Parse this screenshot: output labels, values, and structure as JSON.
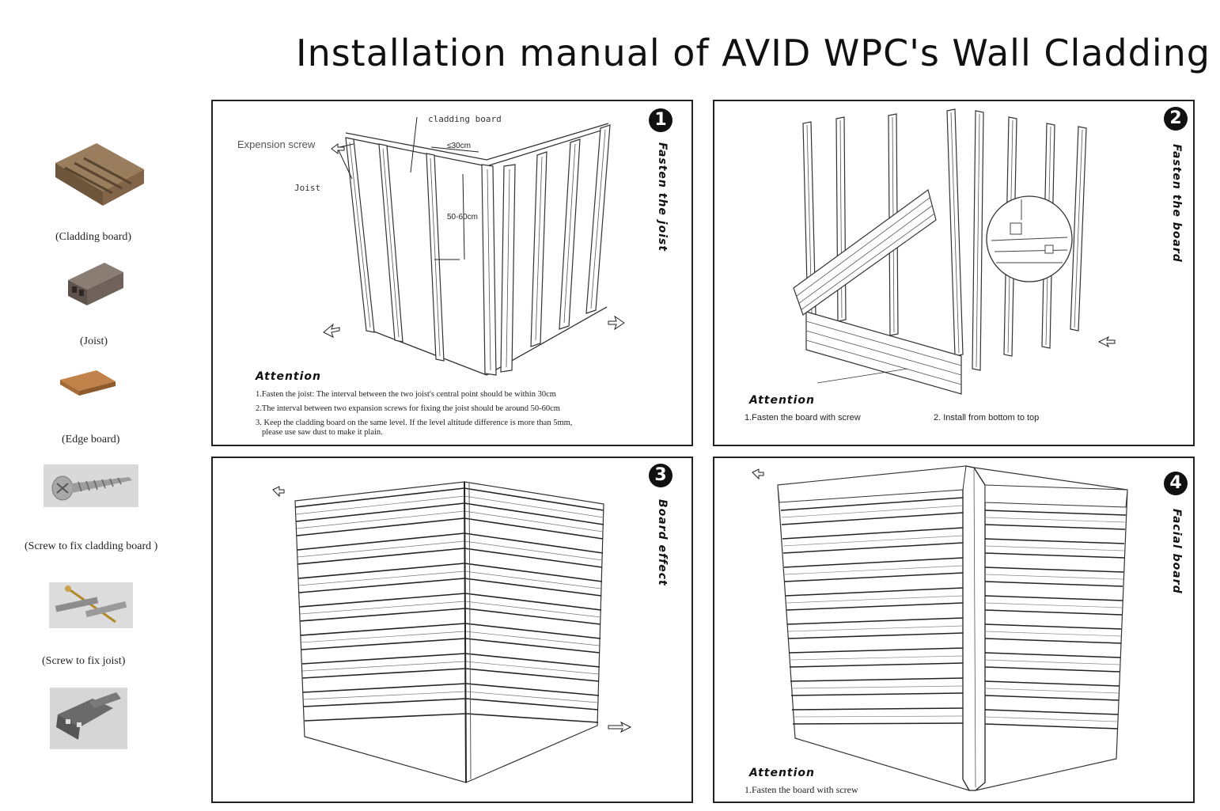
{
  "title": "Installation manual of AVID WPC's Wall Cladding",
  "parts": [
    {
      "label": "(Cladding board)"
    },
    {
      "label": "(Joist)"
    },
    {
      "label": "(Edge board)"
    },
    {
      "label": "(Screw to fix cladding board )"
    },
    {
      "label": "(Screw to fix joist)"
    }
  ],
  "panels": [
    {
      "number": "1",
      "side_label": "Fasten the joist",
      "callouts": {
        "cladding_board": "cladding board",
        "expansion_screw": "Expension screw",
        "joist": "Joist",
        "spacing": "≤30cm",
        "height": "50-60cm"
      },
      "attention_title": "Attention",
      "notes": [
        "1.Fasten the joist: The interval between the two joist's central point should be within 30cm",
        "2.The interval between two expansion screws for fixing the joist should be around 50-60cm",
        "3. Keep the cladding board on the same level. If the level altitude difference is more than 5mm,",
        "please use saw dust to make it plain."
      ]
    },
    {
      "number": "2",
      "side_label": "Fasten the board",
      "attention_title": "Attention",
      "notes": [
        "1.Fasten the board with screw",
        "2. Install from bottom to top"
      ]
    },
    {
      "number": "3",
      "side_label": "Board effect"
    },
    {
      "number": "4",
      "side_label": "Facial board",
      "attention_title": "Attention",
      "notes": [
        "1.Fasten the board with screw"
      ]
    }
  ],
  "colors": {
    "border": "#222222",
    "wpc_brown": "#8a6a4a",
    "joist_grey": "#6e625a",
    "edge_orange": "#b0703a",
    "metal": "#9a9a9a"
  }
}
